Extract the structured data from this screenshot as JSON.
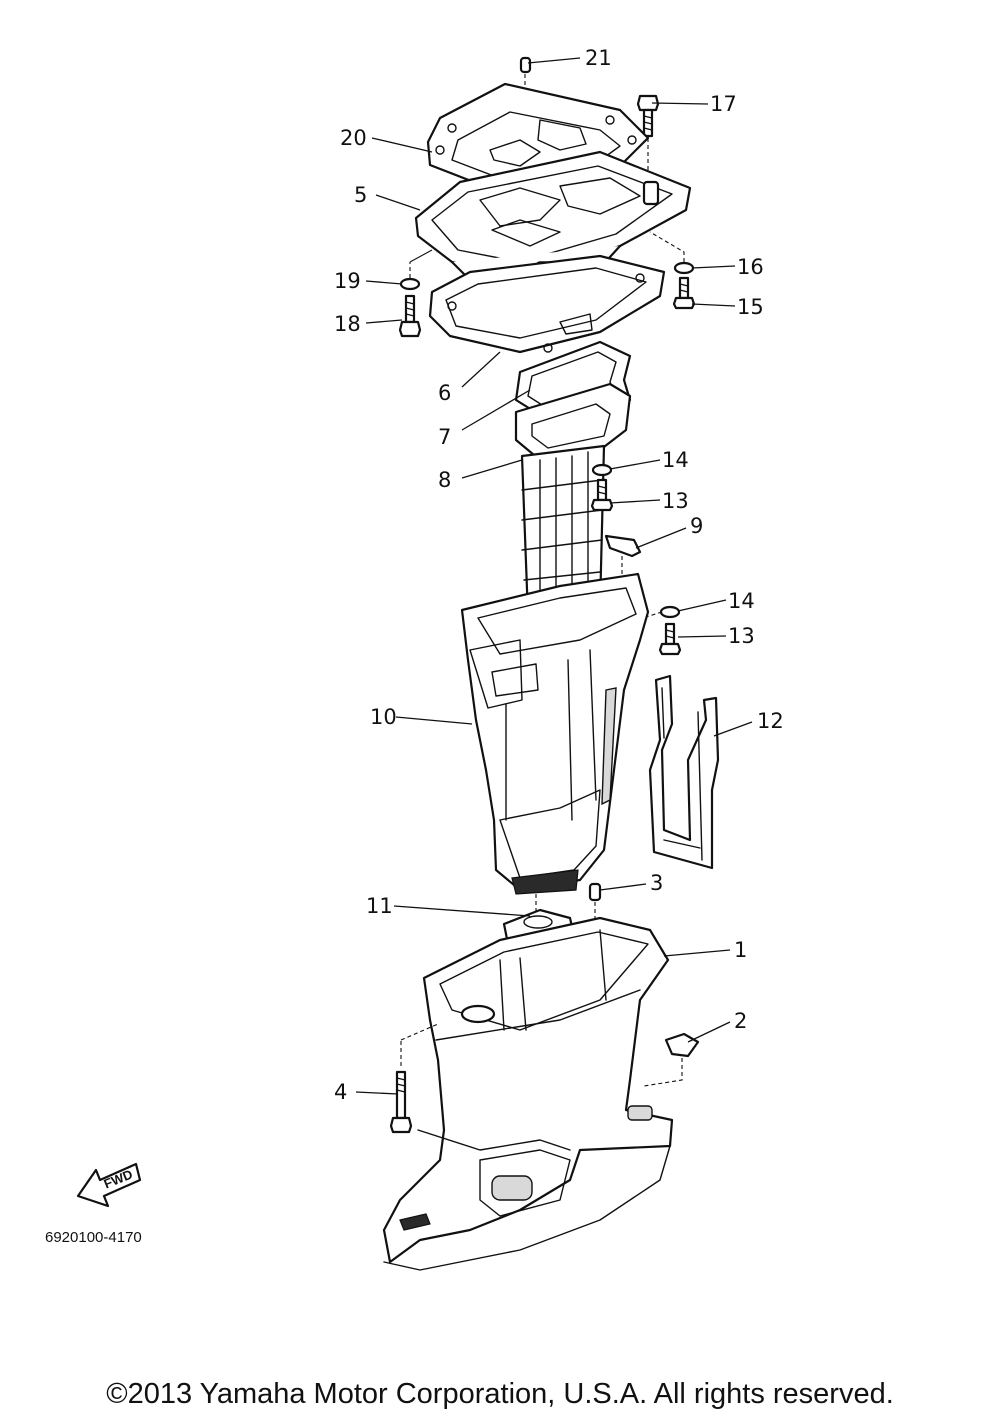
{
  "callouts": [
    {
      "id": "21",
      "label": "21"
    },
    {
      "id": "17",
      "label": "17"
    },
    {
      "id": "20",
      "label": "20"
    },
    {
      "id": "5",
      "label": "5"
    },
    {
      "id": "16",
      "label": "16"
    },
    {
      "id": "19",
      "label": "19"
    },
    {
      "id": "15",
      "label": "15"
    },
    {
      "id": "18",
      "label": "18"
    },
    {
      "id": "6",
      "label": "6"
    },
    {
      "id": "7",
      "label": "7"
    },
    {
      "id": "14a",
      "label": "14"
    },
    {
      "id": "8",
      "label": "8"
    },
    {
      "id": "13a",
      "label": "13"
    },
    {
      "id": "9",
      "label": "9"
    },
    {
      "id": "14b",
      "label": "14"
    },
    {
      "id": "13b",
      "label": "13"
    },
    {
      "id": "10",
      "label": "10"
    },
    {
      "id": "12",
      "label": "12"
    },
    {
      "id": "3",
      "label": "3"
    },
    {
      "id": "11",
      "label": "11"
    },
    {
      "id": "1",
      "label": "1"
    },
    {
      "id": "2",
      "label": "2"
    },
    {
      "id": "4",
      "label": "4"
    }
  ],
  "fwd_label": "FWD",
  "diagram_code": "6920100-4170",
  "copyright": "©2013 Yamaha Motor Corporation, U.S.A. All rights reserved."
}
